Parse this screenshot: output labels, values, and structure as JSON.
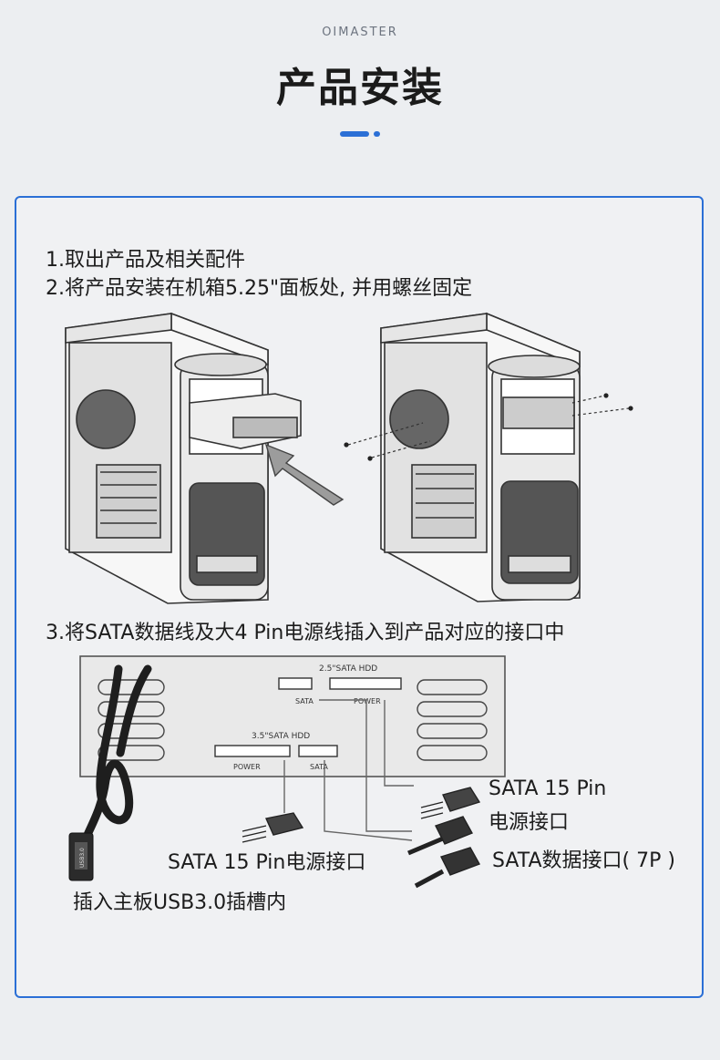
{
  "header": {
    "brand": "OIMASTER",
    "title": "产品安装",
    "accent_color": "#2b6fd6"
  },
  "steps": [
    "1.取出产品及相关配件",
    "2.将产品安装在机箱5.25\"面板处, 并用螺丝固定",
    "3.将SATA数据线及大4 Pin电源线插入到产品对应的接口中"
  ],
  "panel": {
    "top_hdd": "2.5\"SATA HDD",
    "top_sata": "SATA",
    "top_power": "POWER",
    "bottom_hdd": "3.5\"SATA HDD",
    "bottom_power": "POWER",
    "bottom_sata": "SATA"
  },
  "callouts": {
    "power_right_1": "SATA 15 Pin",
    "power_right_2": "电源接口",
    "sata_data": "SATA数据接口( 7P )",
    "power_bottom": "SATA 15 Pin电源接口",
    "usb": "插入主板USB3.0插槽内",
    "usb_plug_text": "USB3.0"
  }
}
